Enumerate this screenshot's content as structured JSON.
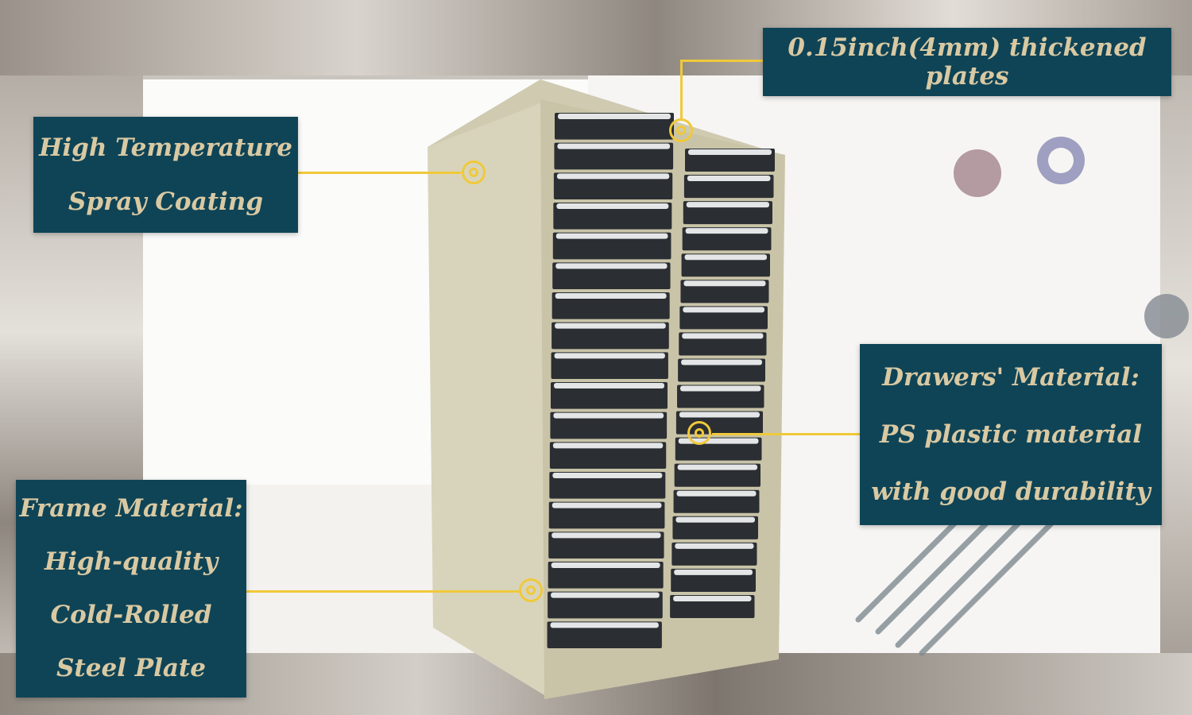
{
  "colors": {
    "callout_bg": "#0f4457",
    "callout_text": "#d9c9a2",
    "leader": "#f0c93a",
    "cabinet_body": "#d6d2b9",
    "drawer_dark": "#2b2f33"
  },
  "cabinet": {
    "drawer_columns": 2,
    "drawers_per_column": 18
  },
  "callouts": {
    "coating": {
      "line1": "High Temperature",
      "line2": "Spray Coating"
    },
    "plates": {
      "line1": "0.15inch(4mm) thickened plates"
    },
    "drawers": {
      "line1": "Drawers' Material:",
      "line2": "PS plastic material",
      "line3": "with good durability"
    },
    "frame": {
      "line1": "Frame Material:",
      "line2": "High-quality",
      "line3": "Cold-Rolled",
      "line4": "Steel Plate"
    }
  }
}
